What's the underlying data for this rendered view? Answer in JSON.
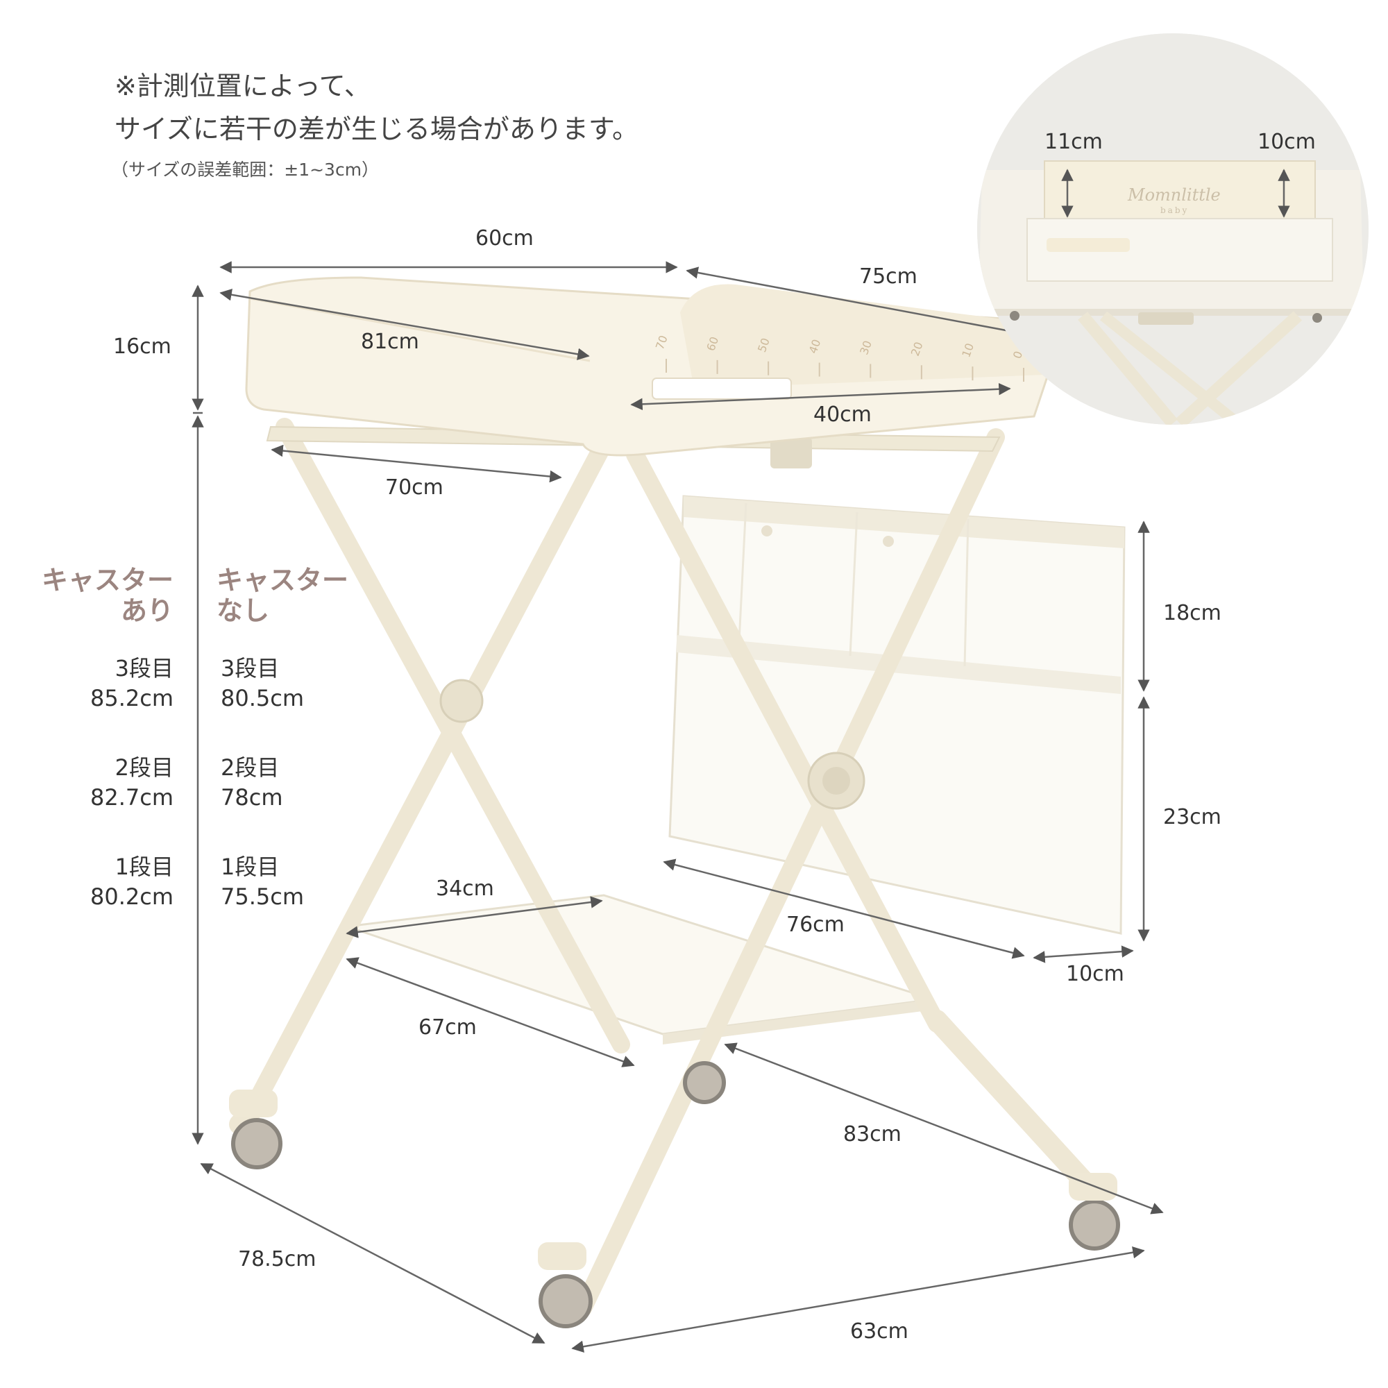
{
  "notes": {
    "line1": "※計測位置によって、",
    "line2": "サイズに若干の差が生じる場合があります。",
    "line3": "（サイズの誤差範囲：±1~3cm）"
  },
  "dimensions": {
    "top_width": "60cm",
    "top_depth": "75cm",
    "pad_length": "81cm",
    "pad_height": "16cm",
    "pad_width": "40cm",
    "frame_width": "70cm",
    "basket_top": "18cm",
    "basket_bottom": "23cm",
    "basket_length": "76cm",
    "basket_depth": "10cm",
    "shelf_depth": "34cm",
    "shelf_length": "67cm",
    "base_side": "83cm",
    "base_depth": "78.5cm",
    "base_front": "63cm",
    "inset_left": "11cm",
    "inset_right": "10cm"
  },
  "heights": {
    "with_caster": "キャスター\nあり",
    "without_caster": "キャスター\nなし",
    "levels": [
      {
        "label": "3段目",
        "with": "85.2cm",
        "without": "80.5cm"
      },
      {
        "label": "2段目",
        "with": "82.7cm",
        "without": "78cm"
      },
      {
        "label": "1段目",
        "with": "80.2cm",
        "without": "75.5cm"
      }
    ]
  },
  "inset_logo": {
    "main": "Momnlittle",
    "sub": "baby"
  },
  "ruler_marks": [
    "70",
    "60",
    "50",
    "40",
    "30",
    "20",
    "10",
    "0"
  ],
  "colors": {
    "accent": "#9b8580",
    "frame": "#efe9d8",
    "pad": "#f7f2e4",
    "line": "#666666"
  }
}
